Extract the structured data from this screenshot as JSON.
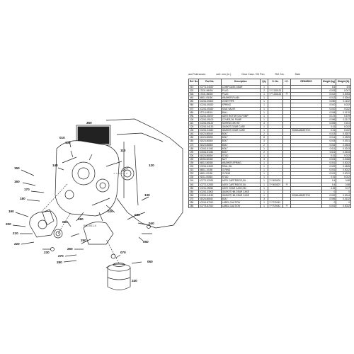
{
  "header": {
    "col1": "and Tolerances",
    "col2": "unit: mm (in.)",
    "col3": "Gear Case / Oil Pan",
    "col4": "Ref. No.",
    "col5": "Date"
  },
  "table": {
    "columns": [
      "Ref. No.",
      "Part No.",
      "Description",
      "Qty",
      "S. No.",
      "I.C.",
      "REMARKS",
      "Weight (kg)",
      "Weight (lb)"
    ],
    "rows": [
      [
        "010",
        "1G771-04020",
        "COMP.CASE,GEAR",
        "1",
        "",
        "",
        "",
        "5.5",
        "5.5"
      ],
      [
        "020",
        "17331-96050",
        "PLUG",
        "2",
        "??? 230123",
        "",
        "",
        "0.003",
        "0.007"
      ],
      [
        "030",
        "17331-96050",
        "PLUG",
        "1",
        "??? 230123",
        "??",
        "",
        "0.012",
        "0.0053"
      ],
      [
        "040",
        "04811-05160",
        "WASHER,PLAIN",
        "1",
        "",
        "",
        "",
        "0.012",
        "0.0264"
      ],
      [
        "050",
        "1G241-05300",
        "JOINT,PIPE",
        "1",
        "",
        "",
        "",
        "0.050",
        "0.1102"
      ],
      [
        "060",
        "1G241-05320",
        "SPRING",
        "1",
        "",
        "",
        "",
        "0.010",
        "0.022"
      ],
      [
        "070",
        "1G241-05330",
        "SEAT,VALVE",
        "1",
        "",
        "",
        "",
        "0.010",
        "0.022"
      ],
      [
        "080",
        "07714-05201",
        "BALL",
        "1",
        "",
        "",
        "",
        "0.008",
        "0.0176"
      ],
      [
        "090",
        "1G241-05070",
        "ASSY ROTOR,OIL PUMP",
        "1",
        "",
        "",
        "",
        "0.172",
        "0.379"
      ],
      [
        "100",
        "1G241-05100",
        "COVER,OIL PUMP",
        "1",
        "",
        "",
        "",
        "0.096",
        "0.2117"
      ],
      [
        "110",
        "1G241-05120",
        "SCREW,CSK HD",
        "4",
        "",
        "",
        "",
        "0.005",
        "0.011"
      ],
      [
        "120",
        "1G241-04130",
        "GASKET,GEAR CASE",
        "1",
        "",
        "",
        "",
        "0.01",
        "0.022"
      ],
      [
        "130",
        "1G241-04340",
        "GASKET,GEAR CASE",
        "1",
        "",
        "",
        "9026A4AB3STOK",
        "0.01",
        "0.022"
      ],
      [
        "140",
        "01023-50845",
        "BOLT",
        "2",
        "",
        "",
        "",
        "0.013",
        "0.0287"
      ],
      [
        "150",
        "01023-50855",
        "BOLT",
        "8",
        "",
        "",
        "",
        "0.014",
        "0.0309"
      ],
      [
        "160",
        "01023-50860",
        "BOLT",
        "3",
        "",
        "",
        "",
        "0.015",
        "0.0331"
      ],
      [
        "170",
        "01023-50865",
        "BOLT",
        "2",
        "",
        "",
        "",
        "0.016",
        "0.0353"
      ],
      [
        "180",
        "1G041-51042",
        "BOLT",
        "1",
        "",
        "",
        "",
        "0.011",
        "0.0243"
      ],
      [
        "190",
        "1G041-51042",
        "BOLT",
        "2",
        "",
        "",
        "",
        "0.011",
        "0.0243"
      ],
      [
        "200",
        "01023-50850",
        "STUD",
        "1",
        "",
        "",
        "",
        "0.01",
        "0.022"
      ],
      [
        "190",
        "02055-50080",
        "NUT",
        "3",
        "",
        "",
        "",
        "0.004",
        "0.0088"
      ],
      [
        "190",
        "04512-50080",
        "WASHER,SPRING",
        "1",
        "",
        "",
        "",
        "0.001",
        "0.0022"
      ],
      [
        "200",
        "1G241-04512",
        "SEAL,OIL",
        "1",
        "",
        "",
        "",
        "0.022",
        "0.0485"
      ],
      [
        "210",
        "04811-10150",
        "O-RING",
        "1",
        "",
        "",
        "",
        "0.001",
        "0.0022"
      ],
      [
        "220",
        "04811-00150",
        "O-RING",
        "1",
        "",
        "",
        "",
        "0.001",
        "0.0022"
      ],
      [
        "230",
        "01311-50816",
        "STUD",
        "1",
        "",
        "",
        "",
        "0.01",
        "0.022"
      ],
      [
        "240",
        "1G771-32092",
        "ASSY CARTRIDGE,OIL",
        "1",
        "???400003",
        "",
        "",
        "0.4",
        "0.88"
      ],
      [
        "240",
        "1G771-32092",
        "ASSY CARTRIDGE,OIL",
        "1",
        "???400307",
        "??",
        "",
        "0.4",
        "0.88"
      ],
      [
        "250",
        "1G211-05050",
        "ASSY GEAR CASE,HM",
        "1",
        "",
        "",
        "",
        "4.25",
        "9.37"
      ],
      [
        "260",
        "1G241-33002",
        "GASKET,HM-GEAR CASE",
        "1",
        "",
        "",
        "",
        "0",
        "0"
      ],
      [
        "260",
        "1G241-04150",
        "GASKET,HM-GEAR CASE",
        "1",
        "",
        "",
        "9026A4AB3STOK",
        "0.002",
        "0.0044"
      ],
      [
        "270",
        "01025-50840",
        "BOLT",
        "3",
        "",
        "",
        "",
        "0.006",
        "0.0132"
      ],
      [
        "280",
        "1G241-87510",
        "LABEL,CAUTION",
        "1",
        "???720042",
        "",
        "",
        "0",
        "0"
      ],
      [
        "280",
        "1G773-87510",
        "LABEL,CAUTION",
        "1",
        "???720042",
        "??",
        "",
        "0.001",
        "0.0022"
      ]
    ]
  },
  "diagram": {
    "callouts": [
      "360",
      "010",
      "100",
      "110",
      "120",
      "130",
      "020",
      "030",
      "040",
      "050",
      "060",
      "070",
      "080",
      "090",
      "140",
      "150",
      "160",
      "170",
      "180",
      "190",
      "200",
      "210",
      "220",
      "230",
      "240",
      "250",
      "260",
      "270",
      "280"
    ],
    "code": "E60-001-4"
  }
}
